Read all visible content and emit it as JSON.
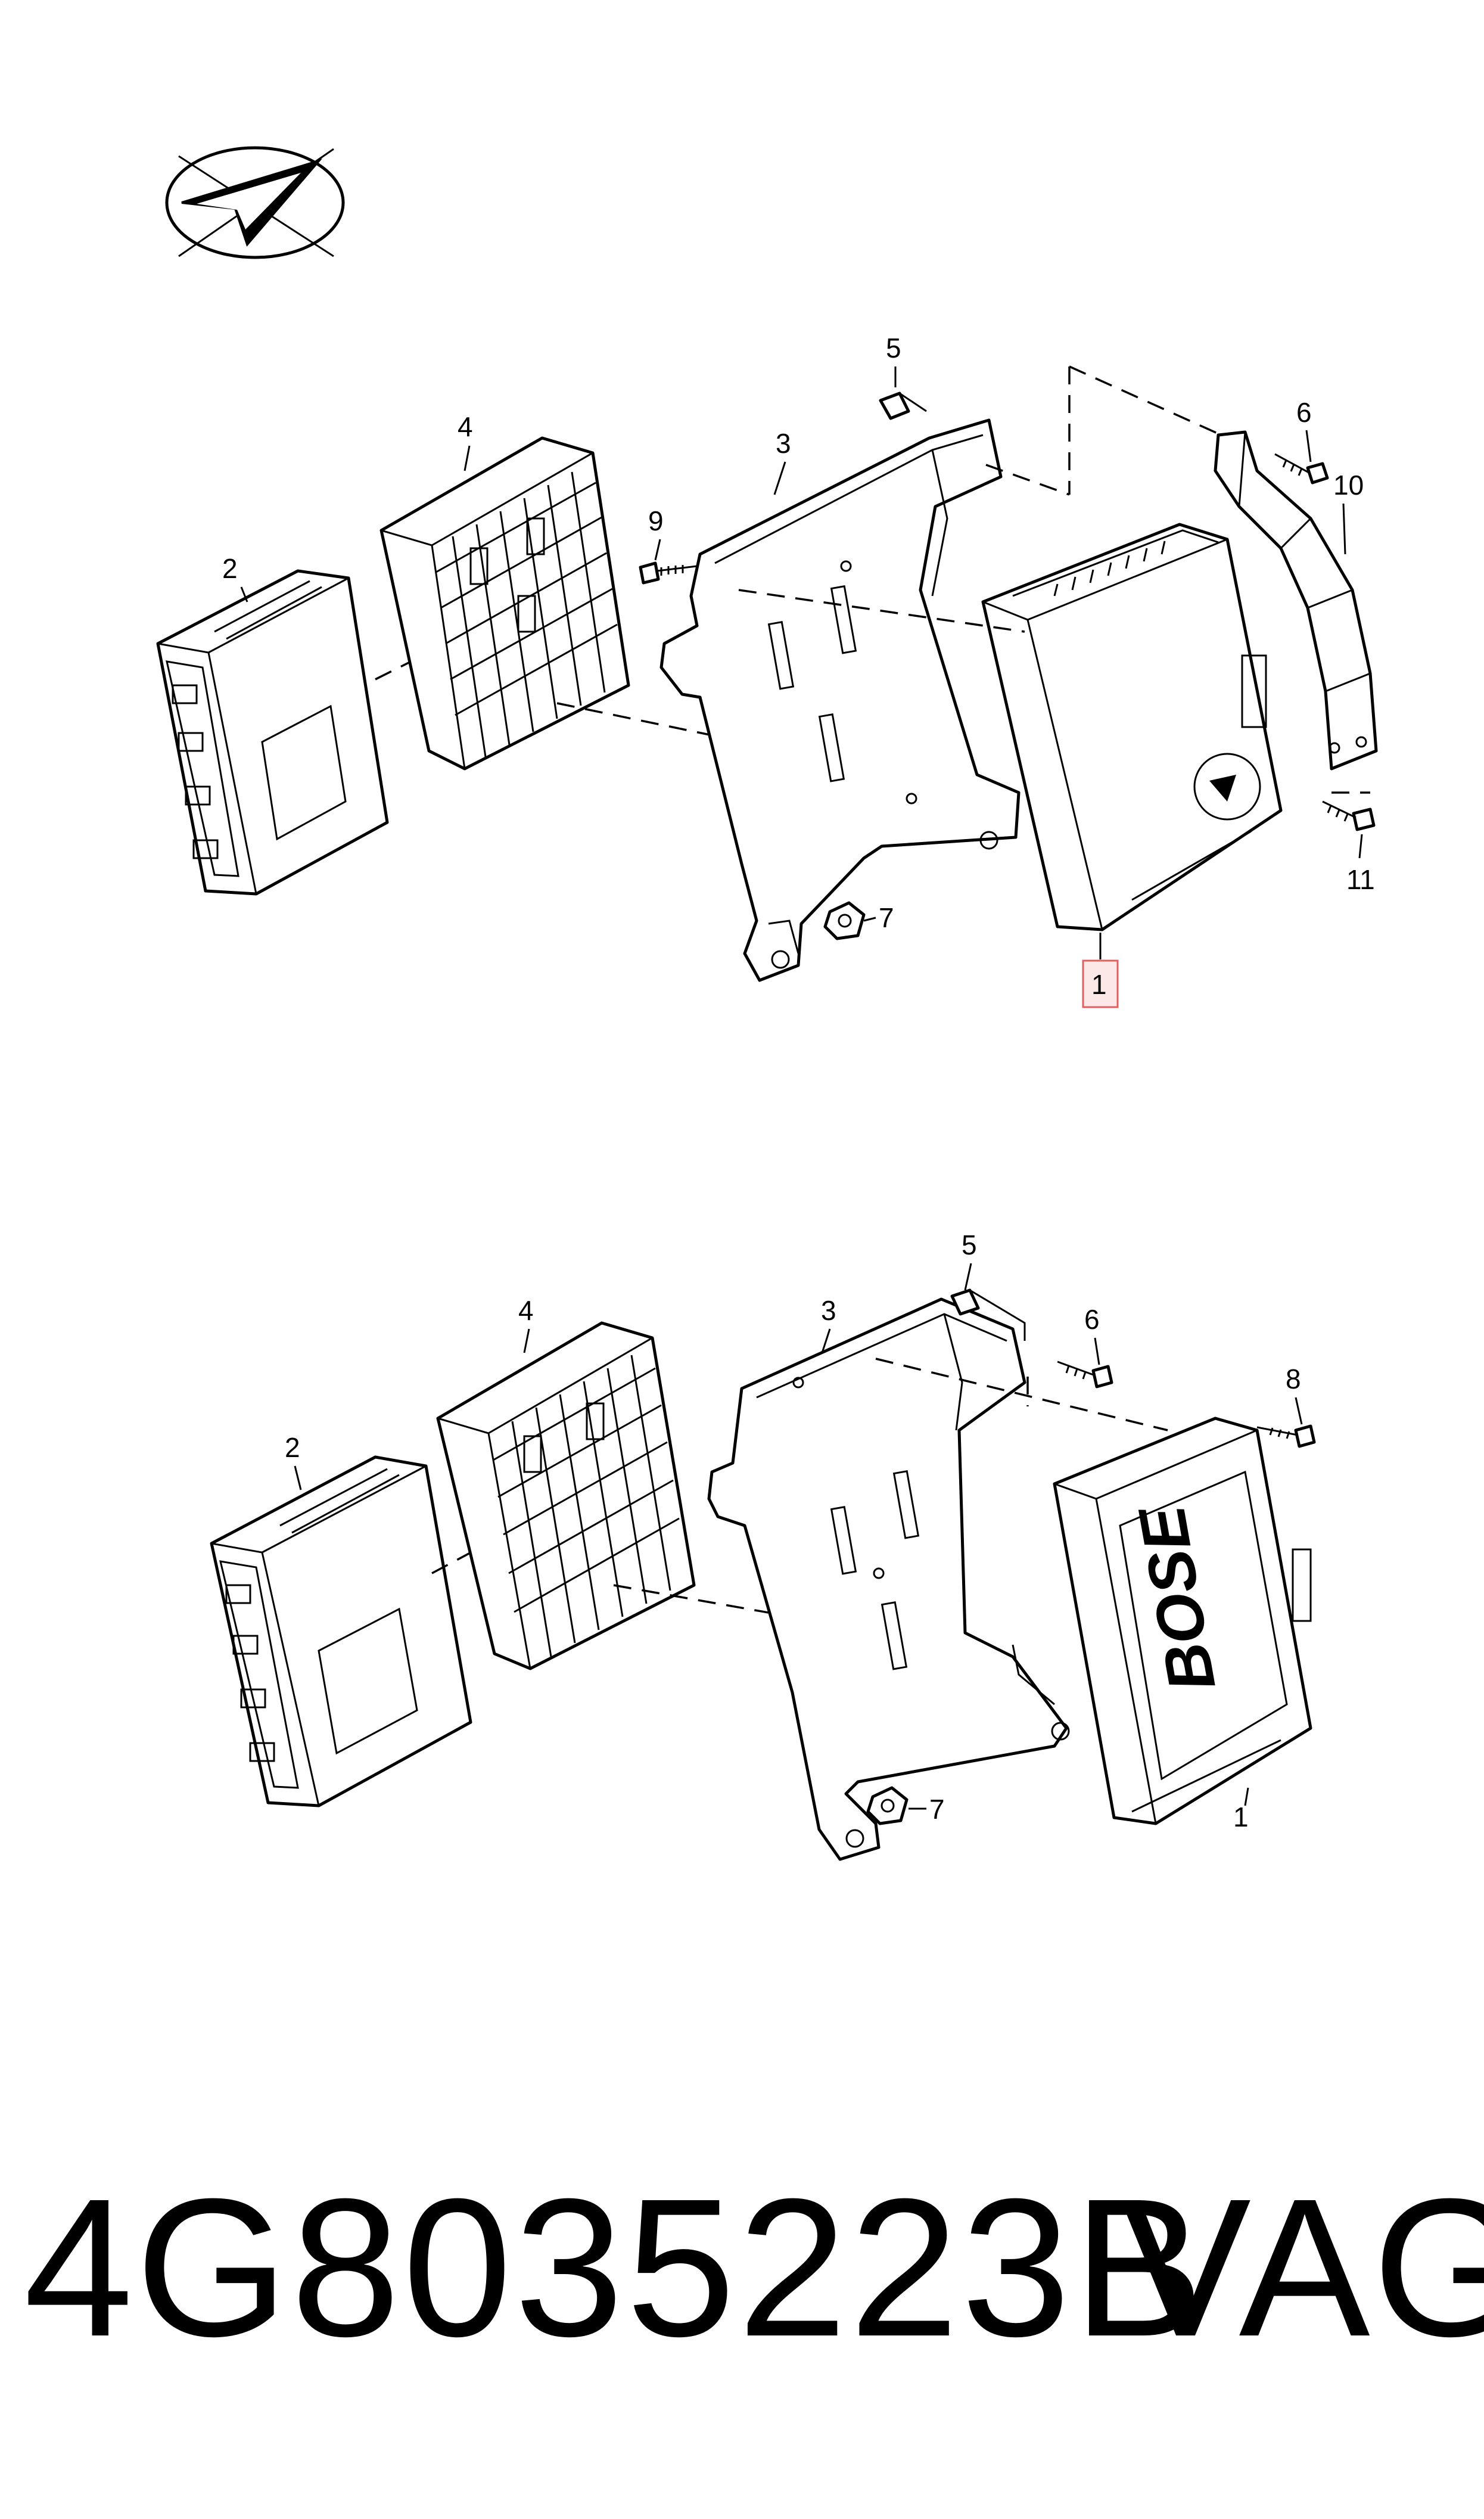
{
  "callouts_upper": {
    "c1": "1",
    "c2": "2",
    "c3": "3",
    "c4": "4",
    "c5": "5",
    "c6": "6",
    "c7": "7",
    "c9": "9",
    "c10": "10",
    "c11": "11"
  },
  "callouts_lower": {
    "c1": "1",
    "c2": "2",
    "c3": "3",
    "c4": "4",
    "c5": "5",
    "c6": "6",
    "c7": "7",
    "c8": "8"
  },
  "amplifier_logo": "BOSE",
  "footer": {
    "part_number": "4G8035223B",
    "brand": "VAG"
  },
  "colors": {
    "highlight_box": "#e06060",
    "ink": "#000000"
  }
}
